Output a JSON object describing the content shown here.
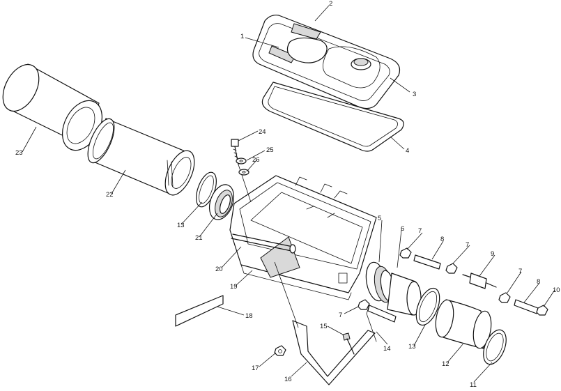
{
  "diagram": {
    "callouts": [
      {
        "id": "c1",
        "text": "1"
      },
      {
        "id": "c2",
        "text": "2"
      },
      {
        "id": "c3",
        "text": "3"
      },
      {
        "id": "c4",
        "text": "4"
      },
      {
        "id": "c5",
        "text": "5"
      },
      {
        "id": "c6",
        "text": "6"
      },
      {
        "id": "c7a",
        "text": "7"
      },
      {
        "id": "c8a",
        "text": "8"
      },
      {
        "id": "c7b",
        "text": "7"
      },
      {
        "id": "c9",
        "text": "9"
      },
      {
        "id": "c7c",
        "text": "7"
      },
      {
        "id": "c8b",
        "text": "8"
      },
      {
        "id": "c10",
        "text": "10"
      },
      {
        "id": "c11",
        "text": "11"
      },
      {
        "id": "c12",
        "text": "12"
      },
      {
        "id": "c13a",
        "text": "13"
      },
      {
        "id": "c14",
        "text": "14"
      },
      {
        "id": "c15",
        "text": "15"
      },
      {
        "id": "c16",
        "text": "16"
      },
      {
        "id": "c17",
        "text": "17"
      },
      {
        "id": "c18",
        "text": "18"
      },
      {
        "id": "c19",
        "text": "19"
      },
      {
        "id": "c20a",
        "text": "20"
      },
      {
        "id": "c21",
        "text": "21"
      },
      {
        "id": "c13b",
        "text": "13"
      },
      {
        "id": "c22",
        "text": "22"
      },
      {
        "id": "c23",
        "text": "23"
      },
      {
        "id": "c24",
        "text": "24"
      },
      {
        "id": "c25",
        "text": "25"
      },
      {
        "id": "c26",
        "text": "26"
      },
      {
        "id": "c7d",
        "text": "7"
      }
    ]
  }
}
